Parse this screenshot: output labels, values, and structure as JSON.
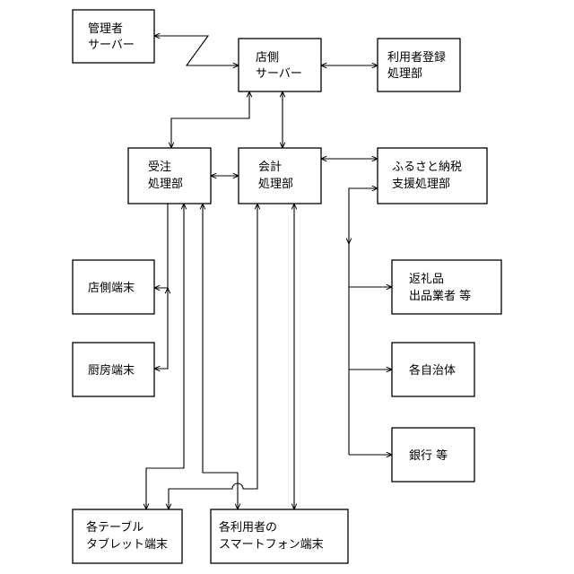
{
  "nodes": {
    "admin_server": [
      "管理者",
      "サーバー"
    ],
    "shop_server": [
      "店側",
      "サーバー"
    ],
    "registration": [
      "利用者登録",
      "処理部"
    ],
    "order": [
      "受注",
      "処理部"
    ],
    "accounting": [
      "会計",
      "処理部"
    ],
    "furusato": [
      "ふるさと納税",
      "支援処理部"
    ],
    "shop_terminal": [
      "店側端末"
    ],
    "kitchen_terminal": [
      "厨房端末"
    ],
    "gift_vendor": [
      "返礼品",
      "出品業者 等"
    ],
    "municipality": [
      "各自治体"
    ],
    "bank": [
      "銀行 等"
    ],
    "tablet": [
      "各テーブル",
      "タブレット端末"
    ],
    "smartphone": [
      "各利用者の",
      "スマートフォン端末"
    ]
  }
}
